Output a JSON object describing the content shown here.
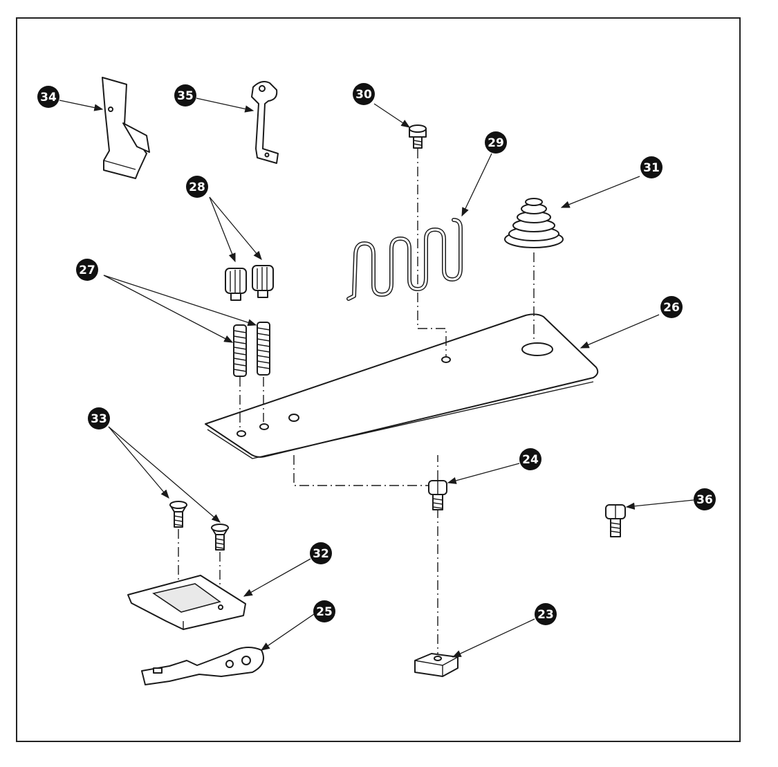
{
  "labels": {
    "p23": "23",
    "p24": "24",
    "p25": "25",
    "p26": "26",
    "p27": "27",
    "p28": "28",
    "p29": "29",
    "p30": "30",
    "p31": "31",
    "p32": "32",
    "p33": "33",
    "p34": "34",
    "p35": "35",
    "p36": "36"
  }
}
